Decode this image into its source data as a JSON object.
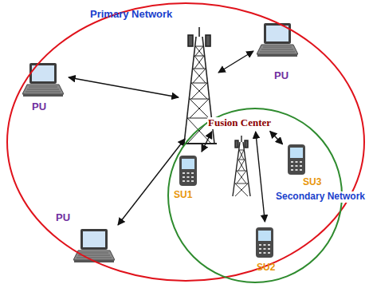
{
  "diagram": {
    "nodes": [
      {
        "text": [
          "Primary Network"
        ]
      },
      {
        "text": [
          "PU"
        ],
        "in": 0
      },
      {
        "text": [
          "PU"
        ],
        "in": 0
      },
      {
        "text": [
          "PU"
        ],
        "in": 0
      },
      {
        "text": [
          "Secondary Network"
        ],
        "in": 0
      },
      {
        "text": [
          "Fusion Center"
        ],
        "in": 4
      },
      {
        "text": [
          "SU1"
        ],
        "in": 4
      },
      {
        "text": [
          "SU3"
        ],
        "in": 4
      },
      {
        "text": [
          "SU2"
        ],
        "in": 4
      }
    ],
    "edges": [
      {
        "from": 5,
        "to": 6,
        "arrow": "both"
      },
      {
        "from": 5,
        "to": 7,
        "arrow": "both"
      },
      {
        "from": 5,
        "to": 8,
        "arrow": "both"
      }
    ]
  }
}
